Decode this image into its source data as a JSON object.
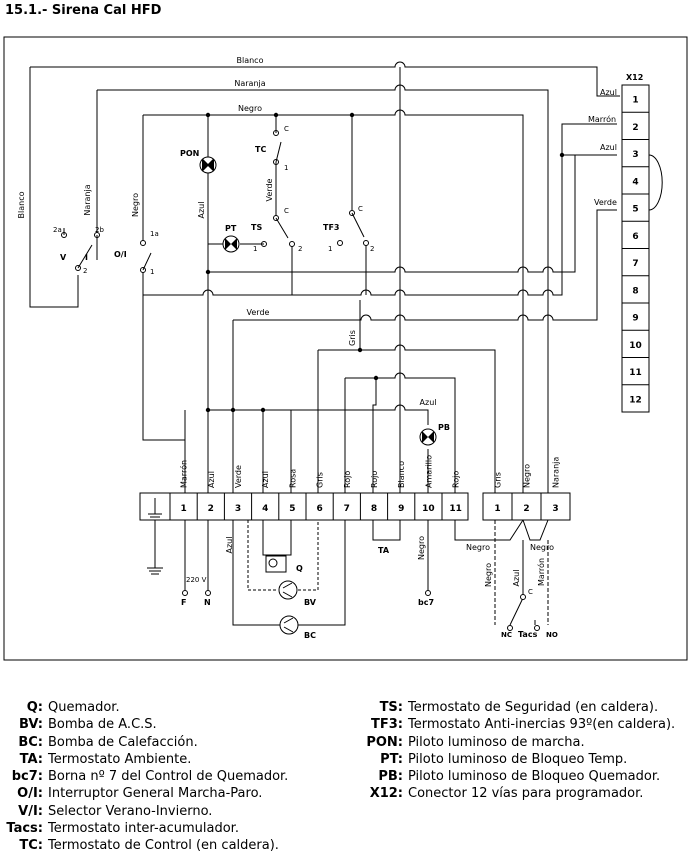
{
  "heading": "15.1.- Sirena Cal HFD",
  "wires": {
    "blanco": "Blanco",
    "naranja": "Naranja",
    "negro": "Negro",
    "verde": "Verde",
    "gris": "Gris",
    "azul": "Azul",
    "marron": "Marrón",
    "amarillo": "Amarillo",
    "rosa": "Rosa",
    "rojo": "Rojo"
  },
  "components": {
    "pon": "PON",
    "tc": "TC",
    "pt": "PT",
    "ts": "TS",
    "tf3": "TF3",
    "pb": "PB",
    "oi": "O/I",
    "v": "V",
    "i": "I",
    "q": "Q",
    "bv": "BV",
    "bc": "BC",
    "ta": "TA",
    "tacs": "Tacs",
    "nc": "NC",
    "no": "NO",
    "c": "C",
    "x12": "X12",
    "t2a": "2a",
    "t2b": "2b",
    "t1a": "1a",
    "one": "1",
    "two": "2"
  },
  "main_terminals": [
    "1",
    "2",
    "3",
    "4",
    "5",
    "6",
    "7",
    "8",
    "9",
    "10",
    "11"
  ],
  "main_wire_labels": [
    "Marrón",
    "Azul",
    "Verde",
    "Azul",
    "Rosa",
    "Gris",
    "Rojo",
    "Rojo",
    "Blanco",
    "Amarillo",
    "Rojo"
  ],
  "aux_terminals": [
    "1",
    "2",
    "3"
  ],
  "aux_wire_labels": [
    "Gris",
    "Negro",
    "Naranja"
  ],
  "supply": {
    "f": "F",
    "n": "N",
    "voltage": "220 V",
    "bc7": "bc7"
  },
  "x12_rows": [
    "1",
    "2",
    "3",
    "4",
    "5",
    "6",
    "7",
    "8",
    "9",
    "10",
    "11",
    "12"
  ],
  "x12_wires": [
    "Azul",
    "Marrón",
    "Azul",
    "Verde"
  ],
  "legend_left": [
    {
      "code": "Q:",
      "desc": "Quemador."
    },
    {
      "code": "BV:",
      "desc": "Bomba de A.C.S."
    },
    {
      "code": "BC:",
      "desc": "Bomba de Calefacción."
    },
    {
      "code": "TA:",
      "desc": "Termostato Ambiente."
    },
    {
      "code": "bc7:",
      "desc": "Borna nº 7 del Control de Quemador."
    },
    {
      "code": "O/I:",
      "desc": "Interruptor General Marcha-Paro."
    },
    {
      "code": "V/I:",
      "desc": "Selector Verano-Invierno."
    },
    {
      "code": "Tacs:",
      "desc": "Termostato inter-acumulador."
    },
    {
      "code": "TC:",
      "desc": "Termostato de Control (en caldera)."
    }
  ],
  "legend_right": [
    {
      "code": "TS:",
      "desc": "Termostato de Seguridad (en caldera)."
    },
    {
      "code": "TF3:",
      "desc": "Termostato Anti-inercias 93º(en caldera)."
    },
    {
      "code": "PON:",
      "desc": "Piloto luminoso de marcha."
    },
    {
      "code": "PT:",
      "desc": "Piloto luminoso de Bloqueo Temp."
    },
    {
      "code": "PB:",
      "desc": "Piloto luminoso de Bloqueo Quemador."
    },
    {
      "code": "X12:",
      "desc": "Conector 12 vías para programador."
    }
  ]
}
